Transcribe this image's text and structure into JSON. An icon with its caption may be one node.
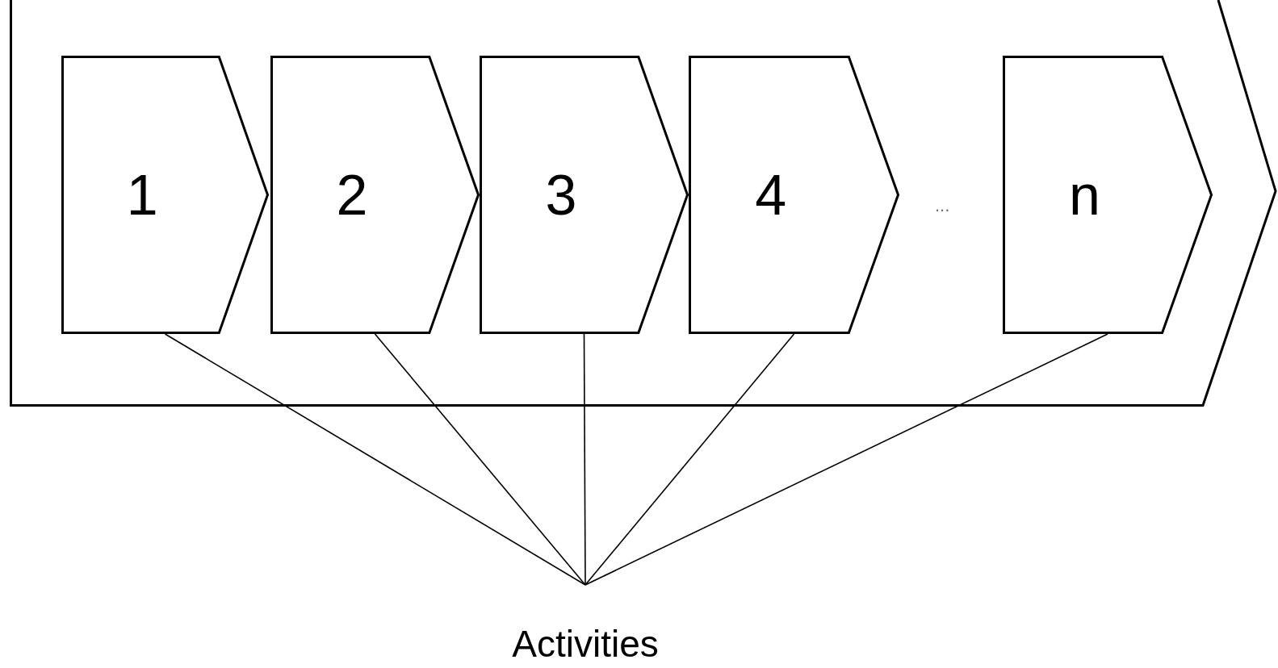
{
  "diagram": {
    "nodes": [
      {
        "text": [],
        "shape": "chevron"
      },
      {
        "text": [
          "1"
        ],
        "in": 0
      },
      {
        "text": [
          "2"
        ],
        "in": 0
      },
      {
        "text": [
          "3"
        ],
        "in": 0
      },
      {
        "text": [
          "4"
        ],
        "in": 0
      },
      {
        "text": [
          "n"
        ],
        "in": 0
      },
      {
        "text": [
          "Activities"
        ]
      }
    ],
    "edges": [
      {
        "from": 6,
        "to": 1,
        "arrow": "none"
      },
      {
        "from": 6,
        "to": 2,
        "arrow": "none"
      },
      {
        "from": 6,
        "to": 3,
        "arrow": "none"
      },
      {
        "from": 6,
        "to": 4,
        "arrow": "none"
      },
      {
        "from": 6,
        "to": 5,
        "arrow": "none"
      }
    ],
    "labels": [
      "..."
    ]
  }
}
